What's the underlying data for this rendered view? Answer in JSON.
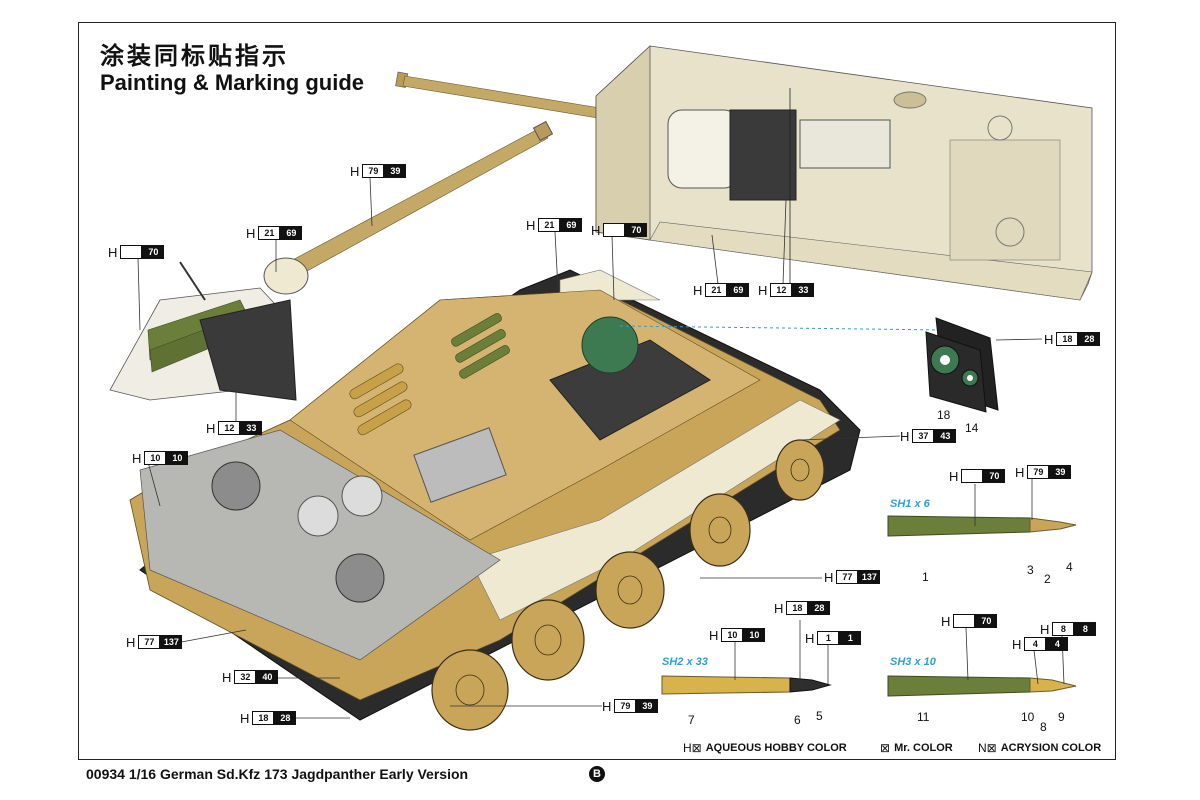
{
  "header": {
    "title_cn": "涂装同标贴指示",
    "title_en": "Painting & Marking guide"
  },
  "callouts": [
    {
      "id": "c1",
      "h": "H",
      "a": "79",
      "b": "39"
    },
    {
      "id": "c2",
      "h": "H",
      "a": "21",
      "b": "69"
    },
    {
      "id": "c3",
      "h": "H",
      "a": "",
      "b": "70"
    },
    {
      "id": "c4",
      "h": "H",
      "a": "12",
      "b": "33"
    },
    {
      "id": "c5",
      "h": "H",
      "a": "21",
      "b": "69"
    },
    {
      "id": "c6",
      "h": "H",
      "a": "",
      "b": "70"
    },
    {
      "id": "c7",
      "h": "H",
      "a": "21",
      "b": "69"
    },
    {
      "id": "c8",
      "h": "H",
      "a": "12",
      "b": "33"
    },
    {
      "id": "c9",
      "h": "H",
      "a": "18",
      "b": "28"
    },
    {
      "id": "c10",
      "h": "H",
      "a": "37",
      "b": "43"
    },
    {
      "id": "c11",
      "h": "H",
      "a": "10",
      "b": "10"
    },
    {
      "id": "c12",
      "h": "H",
      "a": "77",
      "b": "137"
    },
    {
      "id": "c13",
      "h": "H",
      "a": "77",
      "b": "137"
    },
    {
      "id": "c14",
      "h": "H",
      "a": "32",
      "b": "40"
    },
    {
      "id": "c15",
      "h": "H",
      "a": "18",
      "b": "28"
    },
    {
      "id": "c16",
      "h": "H",
      "a": "79",
      "b": "39"
    },
    {
      "id": "c17",
      "h": "H",
      "a": "",
      "b": "70"
    },
    {
      "id": "c18",
      "h": "H",
      "a": "79",
      "b": "39"
    },
    {
      "id": "c19",
      "h": "H",
      "a": "18",
      "b": "28"
    },
    {
      "id": "c20",
      "h": "H",
      "a": "10",
      "b": "10"
    },
    {
      "id": "c21",
      "h": "H",
      "a": "1",
      "b": "1"
    },
    {
      "id": "c22",
      "h": "H",
      "a": "",
      "b": "70"
    },
    {
      "id": "c23",
      "h": "H",
      "a": "8",
      "b": "8"
    },
    {
      "id": "c24",
      "h": "H",
      "a": "4",
      "b": "4"
    }
  ],
  "part_numbers": [
    "18",
    "14",
    "1",
    "3",
    "2",
    "4",
    "7",
    "6",
    "5",
    "11",
    "10",
    "8",
    "9"
  ],
  "ammo": {
    "sh1": "SH1 x 6",
    "sh2": "SH2 x 33",
    "sh3": "SH3 x 10"
  },
  "legend": {
    "aqueous": {
      "symbol": "H⊠",
      "label": "AQUEOUS HOBBY COLOR"
    },
    "mr": {
      "symbol": "⊠",
      "label": "Mr. COLOR"
    },
    "acrysion": {
      "symbol": "N⊠",
      "label": "ACRYSION COLOR"
    }
  },
  "footer": {
    "text": "00934 1/16 German Sd.Kfz 173 Jagdpanther Early Version",
    "badge": "B"
  },
  "colors": {
    "dunkelgelb": "#c9a55a",
    "olive": "#6b7f3a",
    "ivory": "#efe9d2",
    "interior": "#e6dfc8",
    "track": "#2b2b2b",
    "accent": "#2aa0d8"
  }
}
